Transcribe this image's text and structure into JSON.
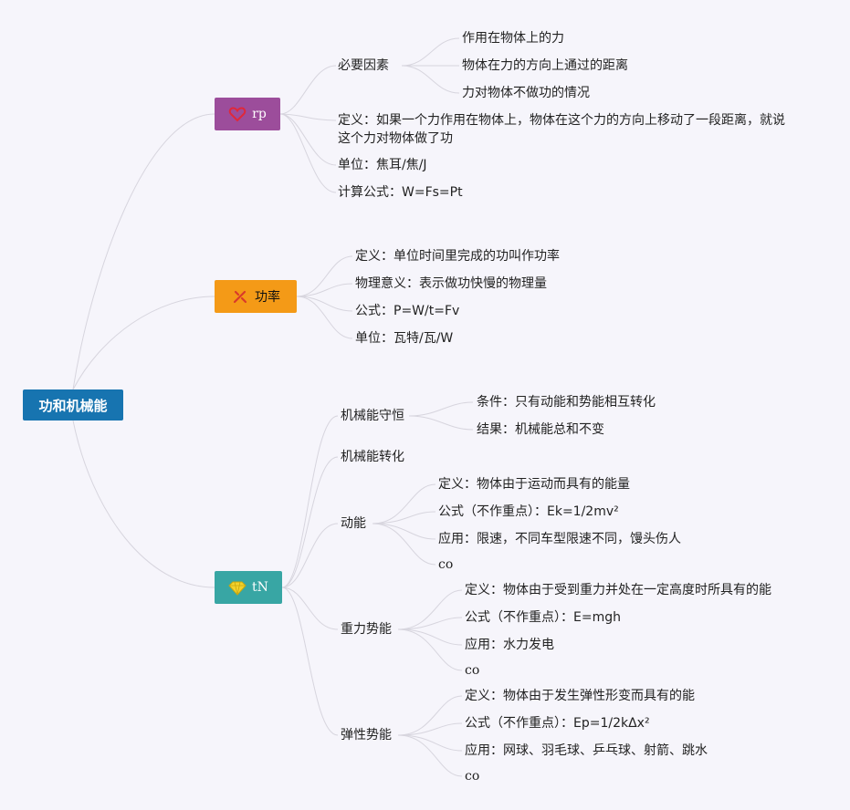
{
  "root": {
    "label": "功和机械能"
  },
  "colors": {
    "root": "#1774b0",
    "work": "#9c4d9b",
    "power": "#f49a17",
    "energy": "#38a6a4",
    "heart_icon": "#e0283a",
    "tool_icon": "#d93a2a",
    "gem_icon": "#f2d22e",
    "connector": "#d7d5de"
  },
  "branch_work": {
    "label": "rp",
    "icon": "heart-icon",
    "elements": {
      "label": "必要因素",
      "items": [
        "作用在物体上的力",
        "物体在力的方向上通过的距离",
        "力对物体不做功的情况"
      ]
    },
    "definition": "定义：如果一个力作用在物体上，物体在这个力的方向上移动了一段距离，就说这个力对物体做了功",
    "unit": "单位：焦耳/焦/J",
    "formula": "计算公式：W=Fs=Pt"
  },
  "branch_power": {
    "label": "功率",
    "icon": "tools-icon",
    "items": [
      "定义：单位时间里完成的功叫作功率",
      "物理意义：表示做功快慢的物理量",
      "公式：P=W/t=Fv",
      "单位：瓦特/瓦/W"
    ]
  },
  "branch_energy": {
    "label": "tN",
    "icon": "diamond-icon",
    "conservation": {
      "label": "机械能守恒",
      "items": [
        "条件：只有动能和势能相互转化",
        "结果：机械能总和不变"
      ]
    },
    "conversion": {
      "label": "机械能转化"
    },
    "kinetic": {
      "label": "动能",
      "items": [
        "定义：物体由于运动而具有的能量",
        "公式（不作重点）：Ek=1/2mv²",
        "应用：限速，不同车型限速不同，馒头伤人",
        "co"
      ]
    },
    "gravity": {
      "label": "重力势能",
      "items": [
        "定义：物体由于受到重力并处在一定高度时所具有的能",
        "公式（不作重点）：E=mgh",
        "应用：水力发电",
        "co"
      ]
    },
    "elastic": {
      "label": "弹性势能",
      "items": [
        "定义：物体由于发生弹性形变而具有的能",
        "公式（不作重点）：Ep=1/2kΔx²",
        "应用：网球、羽毛球、乒乓球、射箭、跳水",
        "co"
      ]
    }
  }
}
